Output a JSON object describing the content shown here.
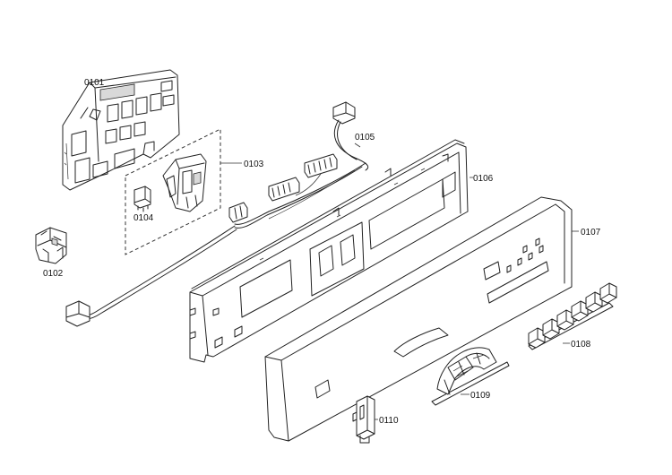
{
  "labels": {
    "p0101": "0101",
    "p0102": "0102",
    "p0103": "0103",
    "p0104": "0104",
    "p0105": "0105",
    "p0106": "0106",
    "p0107": "0107",
    "p0108": "0108",
    "p0109": "0109",
    "p0110": "0110"
  }
}
